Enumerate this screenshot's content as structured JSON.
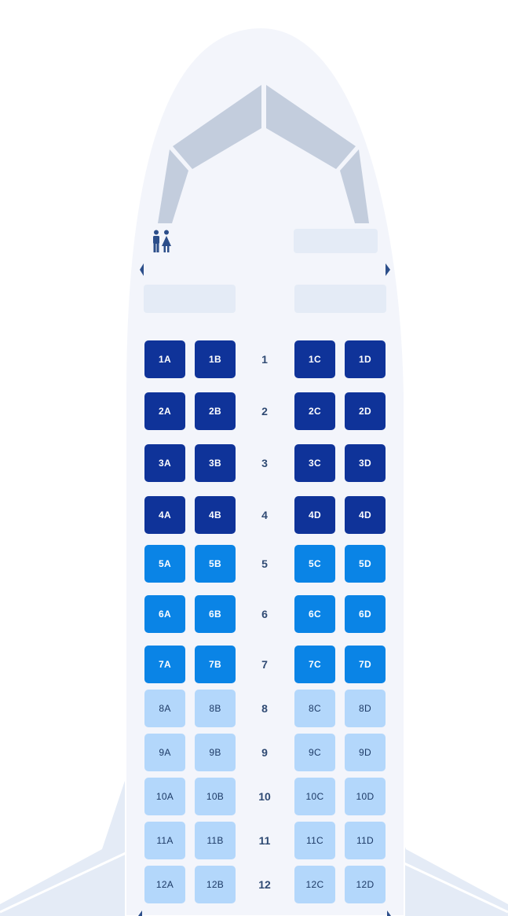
{
  "seat_map": {
    "rows": [
      {
        "label": "1",
        "seats": [
          "1A",
          "1B",
          "1C",
          "1D"
        ],
        "class": "premium"
      },
      {
        "label": "2",
        "seats": [
          "2A",
          "2B",
          "2C",
          "2D"
        ],
        "class": "premium"
      },
      {
        "label": "3",
        "seats": [
          "3A",
          "3B",
          "3C",
          "3D"
        ],
        "class": "premium"
      },
      {
        "label": "4",
        "seats": [
          "4A",
          "4B",
          "4D",
          "4D"
        ],
        "class": "premium"
      },
      {
        "label": "5",
        "seats": [
          "5A",
          "5B",
          "5C",
          "5D"
        ],
        "class": "plus"
      },
      {
        "label": "6",
        "seats": [
          "6A",
          "6B",
          "6C",
          "6D"
        ],
        "class": "plus"
      },
      {
        "label": "7",
        "seats": [
          "7A",
          "7B",
          "7C",
          "7D"
        ],
        "class": "plus"
      },
      {
        "label": "8",
        "seats": [
          "8A",
          "8B",
          "8C",
          "8D"
        ],
        "class": "standard"
      },
      {
        "label": "9",
        "seats": [
          "9A",
          "9B",
          "9C",
          "9D"
        ],
        "class": "standard"
      },
      {
        "label": "10",
        "seats": [
          "10A",
          "10B",
          "10C",
          "10D"
        ],
        "class": "standard"
      },
      {
        "label": "11",
        "seats": [
          "11A",
          "11B",
          "11C",
          "11D"
        ],
        "class": "standard"
      },
      {
        "label": "12",
        "seats": [
          "12A",
          "12B",
          "12C",
          "12D"
        ],
        "class": "standard"
      }
    ]
  },
  "icons": {
    "restroom": "restroom-icon",
    "exit_left": "exit-arrow-left-icon",
    "exit_right": "exit-arrow-right-icon"
  },
  "colors": {
    "premium": "#0f3399",
    "plus": "#0a84e6",
    "standard": "#b3d7fb",
    "fuselage": "#f3f5fb",
    "cockpit": "#c3cddd",
    "galley": "#e4ebf6"
  }
}
